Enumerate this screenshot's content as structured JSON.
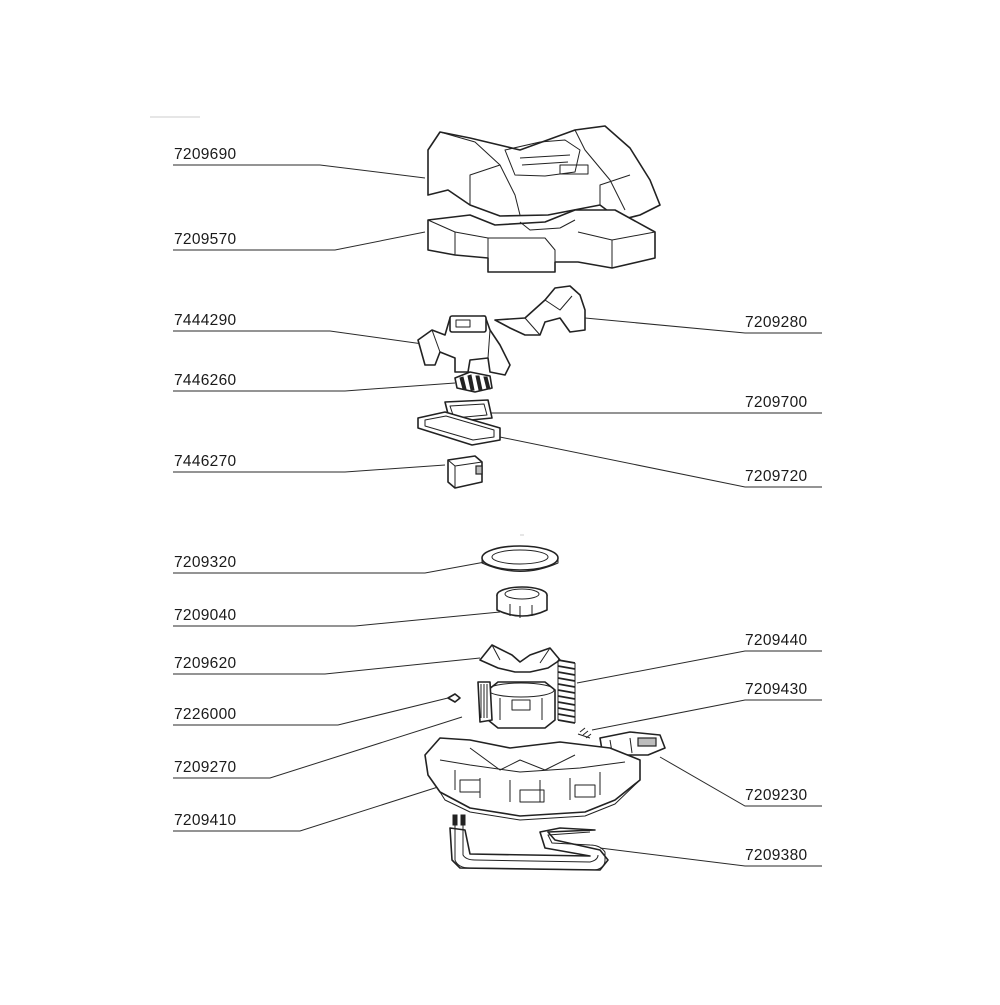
{
  "parts": [
    {
      "id": "p1",
      "number": "7209690"
    },
    {
      "id": "p2",
      "number": "7209570"
    },
    {
      "id": "p3",
      "number": "7444290"
    },
    {
      "id": "p4",
      "number": "7209280"
    },
    {
      "id": "p5",
      "number": "7446260"
    },
    {
      "id": "p6",
      "number": "7209700"
    },
    {
      "id": "p7",
      "number": "7446270"
    },
    {
      "id": "p8",
      "number": "7209720"
    },
    {
      "id": "p9",
      "number": "7209320"
    },
    {
      "id": "p10",
      "number": "7209040"
    },
    {
      "id": "p11",
      "number": "7209620"
    },
    {
      "id": "p12",
      "number": "7209440"
    },
    {
      "id": "p13",
      "number": "7226000"
    },
    {
      "id": "p14",
      "number": "7209430"
    },
    {
      "id": "p15",
      "number": "7209270"
    },
    {
      "id": "p16",
      "number": "7209230"
    },
    {
      "id": "p17",
      "number": "7209410"
    },
    {
      "id": "p18",
      "number": "7209380"
    }
  ]
}
